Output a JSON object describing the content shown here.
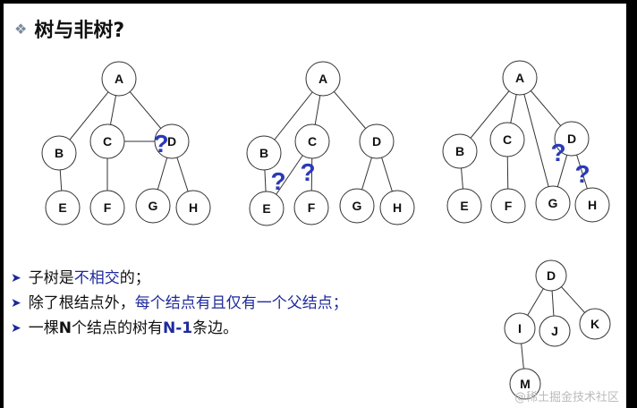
{
  "title": "树与非树?",
  "title_icon": "diamond-bullet-icon",
  "colors": {
    "accent_blue": "#1f2a9c",
    "question_mark": "#2a3ab8"
  },
  "trees": [
    {
      "nodes": [
        "A",
        "B",
        "C",
        "D",
        "E",
        "F",
        "G",
        "H"
      ],
      "edges": [
        [
          "A",
          "B"
        ],
        [
          "A",
          "C"
        ],
        [
          "A",
          "D"
        ],
        [
          "B",
          "E"
        ],
        [
          "C",
          "F"
        ],
        [
          "C",
          "D"
        ],
        [
          "D",
          "G"
        ],
        [
          "D",
          "H"
        ]
      ],
      "question_marks": [
        "?"
      ]
    },
    {
      "nodes": [
        "A",
        "B",
        "C",
        "D",
        "E",
        "F",
        "G",
        "H"
      ],
      "edges": [
        [
          "A",
          "B"
        ],
        [
          "A",
          "C"
        ],
        [
          "A",
          "D"
        ],
        [
          "B",
          "E"
        ],
        [
          "C",
          "E"
        ],
        [
          "C",
          "F"
        ],
        [
          "D",
          "G"
        ],
        [
          "D",
          "H"
        ]
      ],
      "question_marks": [
        "?",
        "?"
      ]
    },
    {
      "nodes": [
        "A",
        "B",
        "C",
        "D",
        "E",
        "F",
        "G",
        "H"
      ],
      "edges": [
        [
          "A",
          "B"
        ],
        [
          "A",
          "C"
        ],
        [
          "A",
          "G"
        ],
        [
          "A",
          "D"
        ],
        [
          "B",
          "E"
        ],
        [
          "C",
          "F"
        ],
        [
          "D",
          "G"
        ],
        [
          "D",
          "H"
        ]
      ],
      "question_marks": [
        "?",
        "?"
      ]
    },
    {
      "nodes": [
        "D",
        "I",
        "J",
        "K",
        "M"
      ],
      "edges": [
        [
          "D",
          "I"
        ],
        [
          "D",
          "J"
        ],
        [
          "D",
          "K"
        ],
        [
          "I",
          "M"
        ]
      ],
      "question_marks": []
    }
  ],
  "bullets": [
    {
      "parts": [
        {
          "text": "子树是",
          "style": ""
        },
        {
          "text": "不相交",
          "style": "blue"
        },
        {
          "text": "的；",
          "style": ""
        }
      ]
    },
    {
      "parts": [
        {
          "text": "除了根结点外，",
          "style": ""
        },
        {
          "text": "每个结点有且仅有一个父结点；",
          "style": "blue"
        }
      ]
    },
    {
      "parts": [
        {
          "text": "一棵",
          "style": ""
        },
        {
          "text": "N",
          "style": "bold"
        },
        {
          "text": "个结点的树有",
          "style": ""
        },
        {
          "text": "N-1",
          "style": "blue bold"
        },
        {
          "text": "条边。",
          "style": ""
        }
      ]
    }
  ],
  "watermark": "@稀土掘金技术社区"
}
